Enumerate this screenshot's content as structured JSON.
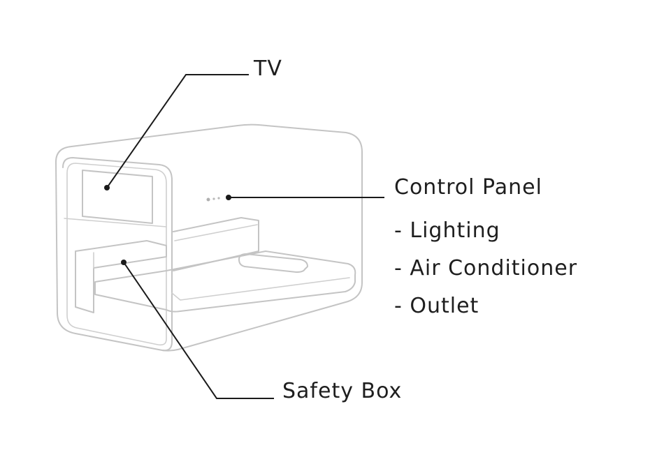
{
  "diagram": {
    "labels": {
      "tv": "TV",
      "control_panel": "Control Panel",
      "lighting": "- Lighting",
      "air_conditioner": "- Air Conditioner",
      "outlet": "- Outlet",
      "safety_box": "Safety Box"
    },
    "colors": {
      "outline": "#c4c4c4",
      "leader": "#1a1a1a",
      "text": "#1e1e1e",
      "background": "#ffffff"
    }
  }
}
